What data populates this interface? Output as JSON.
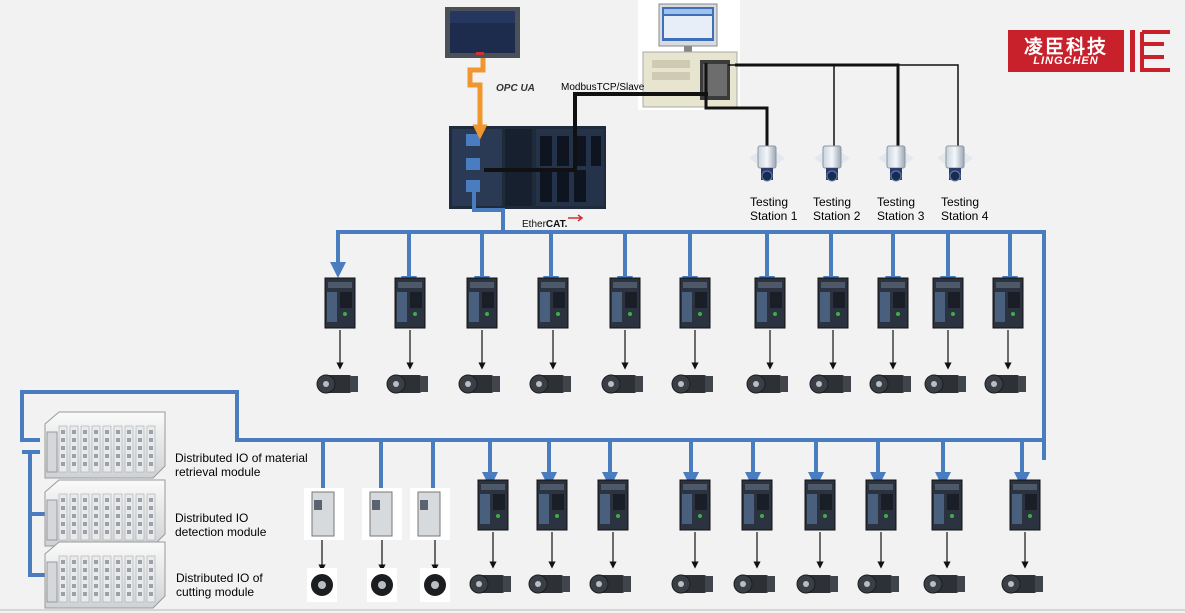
{
  "brand": {
    "name_cn": "凌臣科技",
    "name_en": "LINGCHEN",
    "color": "#c8212b"
  },
  "protocols": {
    "opc": "OPC UA",
    "modbus": "ModbusTCP/Slave",
    "ethercat_prefix": "Ether",
    "ethercat_suffix": "CAT."
  },
  "testing_stations": [
    {
      "line1": "Testing",
      "line2": "Station 1"
    },
    {
      "line1": "Testing",
      "line2": "Station 2"
    },
    {
      "line1": "Testing",
      "line2": "Station 3"
    },
    {
      "line1": "Testing",
      "line2": "Station 4"
    }
  ],
  "io_modules": [
    {
      "line1": "Distributed IO of material",
      "line2": "retrieval module"
    },
    {
      "line1": "Distributed IO",
      "line2": "detection module"
    },
    {
      "line1": "Distributed IO of",
      "line2": "cutting module"
    }
  ],
  "colors": {
    "ethercat_bus": "#4a7dc0",
    "opc_link": "#f0962e",
    "modbus_link": "#111111",
    "background": "#f2f2f2"
  },
  "icons": {
    "hmi": "hmi-panel-icon",
    "ipc": "industrial-pc-icon",
    "plc": "plc-controller-icon",
    "camera": "camera-icon",
    "drive": "servo-drive-icon",
    "motor": "servo-motor-icon",
    "io": "distributed-io-icon"
  }
}
